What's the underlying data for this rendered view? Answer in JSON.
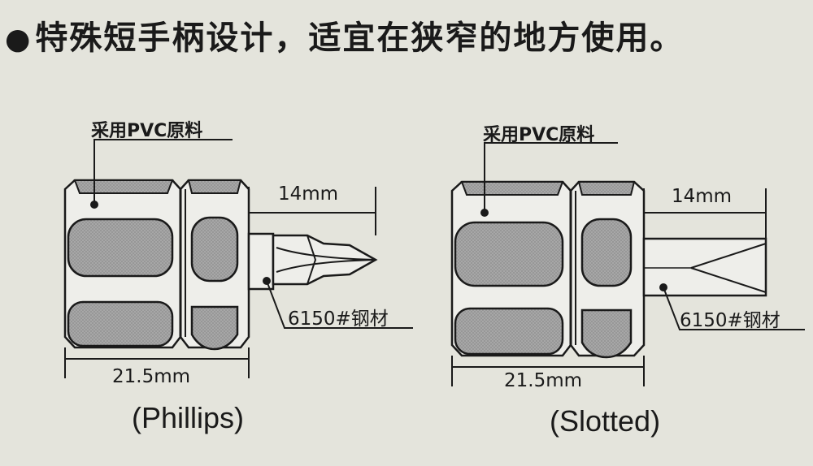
{
  "headline": {
    "bullet": "●",
    "text": "特殊短手柄设计，适宜在狭窄的地方使用。"
  },
  "diagrams": [
    {
      "material": "采用PVC原料",
      "bit_length": "14mm",
      "steel": "6150#钢材",
      "handle_length": "21.5mm",
      "caption": "(Phillips)"
    },
    {
      "material": "采用PVC原料",
      "bit_length": "14mm",
      "steel": "6150#钢材",
      "handle_length": "21.5mm",
      "caption": "(Slotted)"
    }
  ],
  "colors": {
    "background": "#e4e4dc",
    "grip_fill": "#a9a9a9",
    "ink": "#1a1a1a",
    "handle_fill": "#eeeeea"
  }
}
